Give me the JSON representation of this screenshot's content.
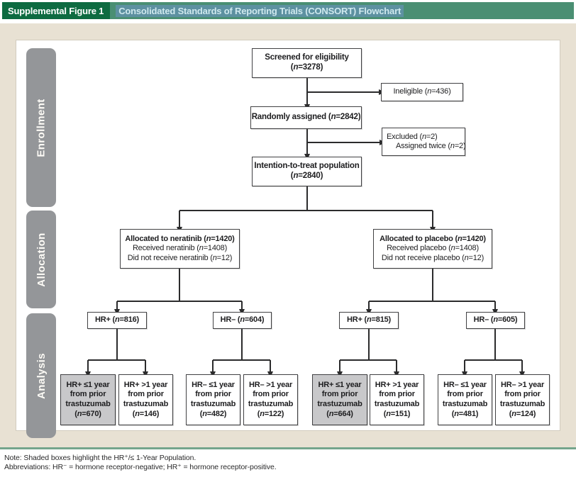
{
  "header": {
    "figure_label": "Supplemental Figure 1",
    "title": "Consolidated Standards of Reporting Trials (CONSORT) Flowchart"
  },
  "sidebar": {
    "sections": [
      {
        "id": "enrollment",
        "label": "Enrollment"
      },
      {
        "id": "allocation",
        "label": "Allocation"
      },
      {
        "id": "analysis",
        "label": "Analysis"
      }
    ]
  },
  "flowchart": {
    "boxes": {
      "screened": {
        "shaded": false,
        "align": "center",
        "lines": [
          {
            "t": "Screened for eligibility",
            "b": true
          },
          {
            "t": "(n=3278)",
            "b": true
          }
        ]
      },
      "ineligible": {
        "shaded": false,
        "align": "center",
        "lines": [
          {
            "t": "Ineligible (n=436)",
            "b": false
          }
        ]
      },
      "randomized": {
        "shaded": false,
        "align": "center",
        "lines": [
          {
            "t": "Randomly assigned (n=2842)",
            "b": true
          }
        ]
      },
      "excluded": {
        "shaded": false,
        "align": "left",
        "lines": [
          {
            "t": "Excluded (n=2)",
            "b": false
          },
          {
            "t": "Assigned twice (n=2)",
            "b": false,
            "ind": true
          }
        ]
      },
      "itt": {
        "shaded": false,
        "align": "center",
        "lines": [
          {
            "t": "Intention-to-treat population",
            "b": true
          },
          {
            "t": "(n=2840)",
            "b": true
          }
        ]
      },
      "alloc_neratinib": {
        "shaded": false,
        "align": "center",
        "lines": [
          {
            "t": "Allocated to neratinib (n=1420)",
            "b": true
          },
          {
            "t": "Received neratinib (n=1408)",
            "b": false
          },
          {
            "t": "Did not receive neratinib (n=12)",
            "b": false
          }
        ]
      },
      "alloc_placebo": {
        "shaded": false,
        "align": "center",
        "lines": [
          {
            "t": "Allocated to placebo (n=1420)",
            "b": true
          },
          {
            "t": "Received placebo (n=1408)",
            "b": false
          },
          {
            "t": "Did not receive placebo (n=12)",
            "b": false
          }
        ]
      },
      "hr_pos_neratinib": {
        "shaded": false,
        "align": "center",
        "lines": [
          {
            "t": "HR+ (n=816)",
            "b": true
          }
        ]
      },
      "hr_neg_neratinib": {
        "shaded": false,
        "align": "center",
        "lines": [
          {
            "t": "HR– (n=604)",
            "b": true
          }
        ]
      },
      "hr_pos_placebo": {
        "shaded": false,
        "align": "center",
        "lines": [
          {
            "t": "HR+ (n=815)",
            "b": true
          }
        ]
      },
      "hr_neg_placebo": {
        "shaded": false,
        "align": "center",
        "lines": [
          {
            "t": "HR– (n=605)",
            "b": true
          }
        ]
      },
      "leaf_hrpos_le1_neratinib": {
        "shaded": true,
        "align": "center",
        "lines": [
          {
            "t": "HR+ ≤1 year",
            "b": true
          },
          {
            "t": "from prior",
            "b": true
          },
          {
            "t": "trastuzumab",
            "b": true
          },
          {
            "t": "(n=670)",
            "b": true
          }
        ]
      },
      "leaf_hrpos_gt1_neratinib": {
        "shaded": false,
        "align": "center",
        "lines": [
          {
            "t": "HR+ >1 year",
            "b": true
          },
          {
            "t": "from prior",
            "b": true
          },
          {
            "t": "trastuzumab",
            "b": true
          },
          {
            "t": "(n=146)",
            "b": true
          }
        ]
      },
      "leaf_hrneg_le1_neratinib": {
        "shaded": false,
        "align": "center",
        "lines": [
          {
            "t": "HR– ≤1 year",
            "b": true
          },
          {
            "t": "from prior",
            "b": true
          },
          {
            "t": "trastuzumab",
            "b": true
          },
          {
            "t": "(n=482)",
            "b": true
          }
        ]
      },
      "leaf_hrneg_gt1_neratinib": {
        "shaded": false,
        "align": "center",
        "lines": [
          {
            "t": "HR– >1 year",
            "b": true
          },
          {
            "t": "from prior",
            "b": true
          },
          {
            "t": "trastuzumab",
            "b": true
          },
          {
            "t": "(n=122)",
            "b": true
          }
        ]
      },
      "leaf_hrpos_le1_placebo": {
        "shaded": true,
        "align": "center",
        "lines": [
          {
            "t": "HR+ ≤1 year",
            "b": true
          },
          {
            "t": "from prior",
            "b": true
          },
          {
            "t": "trastuzumab",
            "b": true
          },
          {
            "t": "(n=664)",
            "b": true
          }
        ]
      },
      "leaf_hrpos_gt1_placebo": {
        "shaded": false,
        "align": "center",
        "lines": [
          {
            "t": "HR+ >1 year",
            "b": true
          },
          {
            "t": "from prior",
            "b": true
          },
          {
            "t": "trastuzumab",
            "b": true
          },
          {
            "t": "(n=151)",
            "b": true
          }
        ]
      },
      "leaf_hrneg_le1_placebo": {
        "shaded": false,
        "align": "center",
        "lines": [
          {
            "t": "HR– ≤1 year",
            "b": true
          },
          {
            "t": "from prior",
            "b": true
          },
          {
            "t": "trastuzumab",
            "b": true
          },
          {
            "t": "(n=481)",
            "b": true
          }
        ]
      },
      "leaf_hrneg_gt1_placebo": {
        "shaded": false,
        "align": "center",
        "lines": [
          {
            "t": "HR– >1 year",
            "b": true
          },
          {
            "t": "from prior",
            "b": true
          },
          {
            "t": "trastuzumab",
            "b": true
          },
          {
            "t": "(n=124)",
            "b": true
          }
        ]
      }
    }
  },
  "notes": {
    "note": "Note: Shaded boxes highlight the HR⁺/≤ 1-Year Population.",
    "abbreviations": "Abbreviations: HR⁻ = hormone receptor-negative; HR⁺ = hormone receptor-positive."
  }
}
